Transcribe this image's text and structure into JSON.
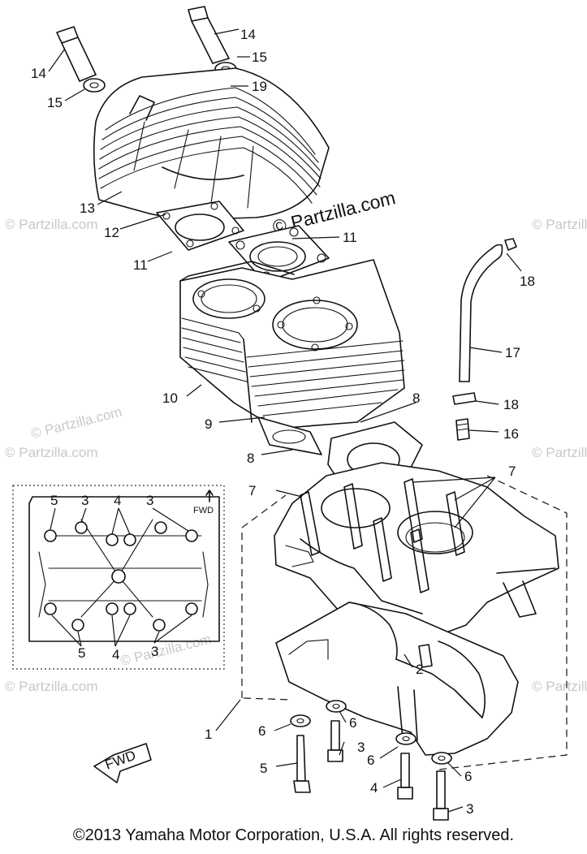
{
  "watermark": {
    "main": "© Partzilla.com",
    "repeat": "© Partzilla.com"
  },
  "inset": {
    "fwd_label": "FWD",
    "top_labels": [
      "5",
      "3",
      "4",
      "3"
    ],
    "bottom_labels": [
      "5",
      "4",
      "3"
    ]
  },
  "callouts": {
    "c14a": "14",
    "c14b": "14",
    "c15a": "15",
    "c15b": "15",
    "c19": "19",
    "c13": "13",
    "c12": "12",
    "c11a": "11",
    "c11b": "11",
    "c18a": "18",
    "c17": "17",
    "c10": "10",
    "c18b": "18",
    "c16": "16",
    "c9": "9",
    "c8a": "8",
    "c8b": "8",
    "c7a": "7",
    "c7b": "7",
    "c2": "2",
    "c1": "1",
    "c6a": "6",
    "c6b": "6",
    "c6c": "6",
    "c6d": "6",
    "c3a": "3",
    "c3b": "3",
    "c5": "5",
    "c4": "4"
  },
  "fwd_arrow_label": "FWD",
  "copyright": "©2013  Yamaha Motor Corporation, U.S.A. All rights reserved."
}
